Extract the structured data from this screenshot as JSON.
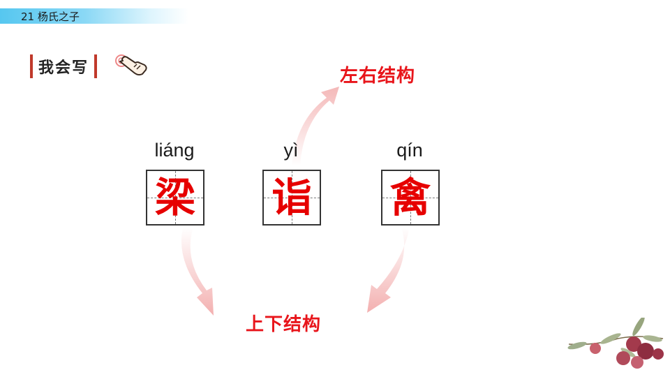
{
  "header": {
    "lesson_title": "21  杨氏之子"
  },
  "section": {
    "title": "我会写",
    "icon": "pointing-hand-icon"
  },
  "characters": [
    {
      "pinyin": "liáng",
      "char": "梁"
    },
    {
      "pinyin": "yì",
      "char": "诣"
    },
    {
      "pinyin": "qín",
      "char": "禽"
    }
  ],
  "structures": {
    "left_right": "左右结构",
    "top_bottom": "上下结构"
  },
  "colors": {
    "accent_red": "#e8151b",
    "char_red": "#e60000",
    "header_blue": "#56c7f0"
  }
}
